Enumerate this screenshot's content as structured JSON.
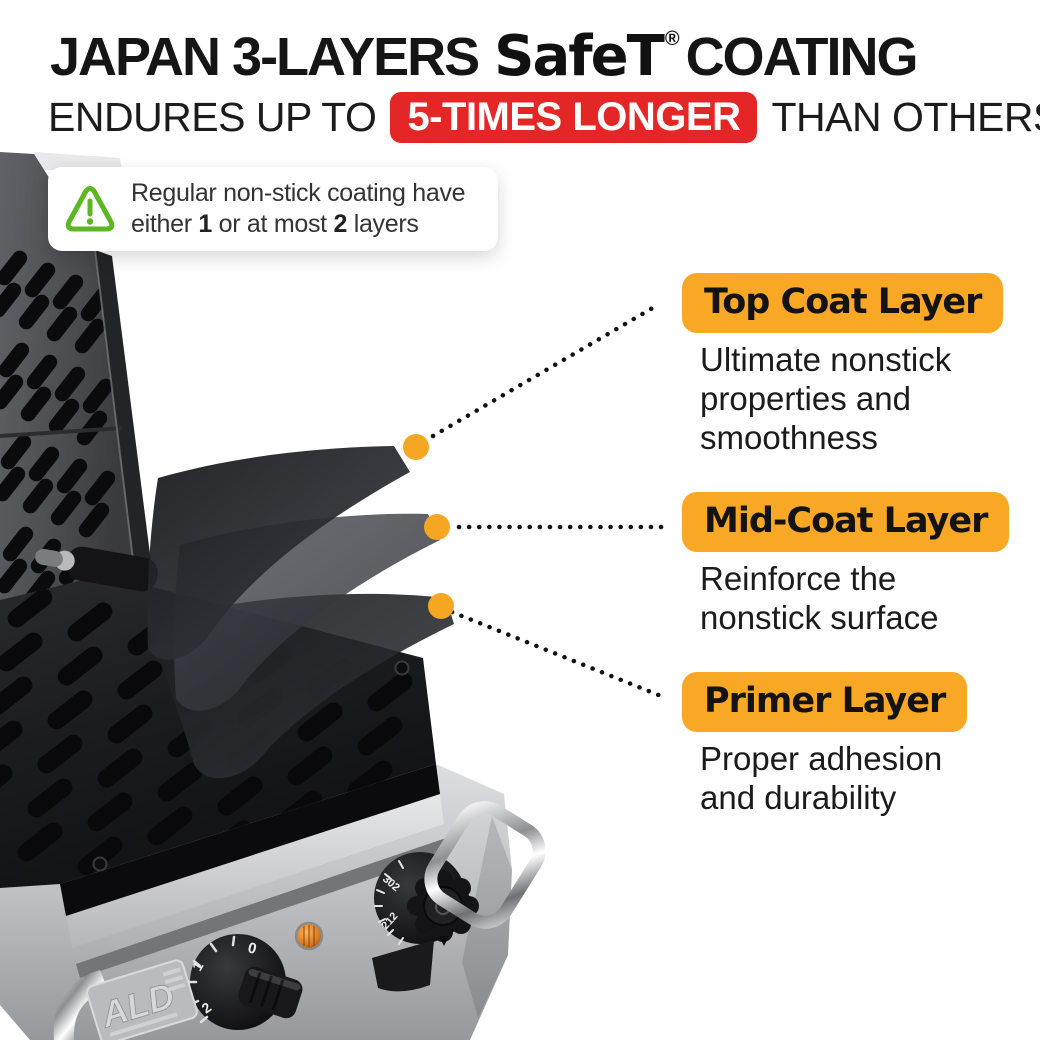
{
  "header": {
    "title_prefix": "JAPAN 3-LAYERS",
    "brand": "SafeT",
    "registered_mark": "®",
    "title_suffix": "COATING",
    "subtitle_prefix": "ENDURES UP TO",
    "subtitle_highlight": "5-TIMES LONGER",
    "subtitle_suffix": "THAN OTHERS"
  },
  "warning_note": {
    "line1": "Regular non-stick coating have",
    "line2_seg1": "either ",
    "line2_bold1": "1",
    "line2_seg2": " or at most ",
    "line2_bold2": "2",
    "line2_seg3": " layers"
  },
  "callouts": [
    {
      "title": "Top Coat Layer",
      "lines": [
        "Ultimate nonstick",
        "properties and",
        "smoothness"
      ]
    },
    {
      "title": "Mid-Coat Layer",
      "lines": [
        "Reinforce the",
        "nonstick surface"
      ]
    },
    {
      "title": "Primer Layer",
      "lines": [
        "Proper adhesion",
        "and durability"
      ]
    }
  ],
  "colors": {
    "badge_bg": "#F9A825",
    "highlight_red": "#E32726",
    "warning_green": "#5CB723",
    "dot_orange": "#F5A623"
  },
  "illustration": {
    "name": "waffle-maker-3-layer-coating",
    "timer_dial_numbers": [
      "0",
      "1",
      "2"
    ],
    "temp_dial_numbers": [
      "212",
      "302"
    ],
    "brand_emboss": "ALD"
  }
}
